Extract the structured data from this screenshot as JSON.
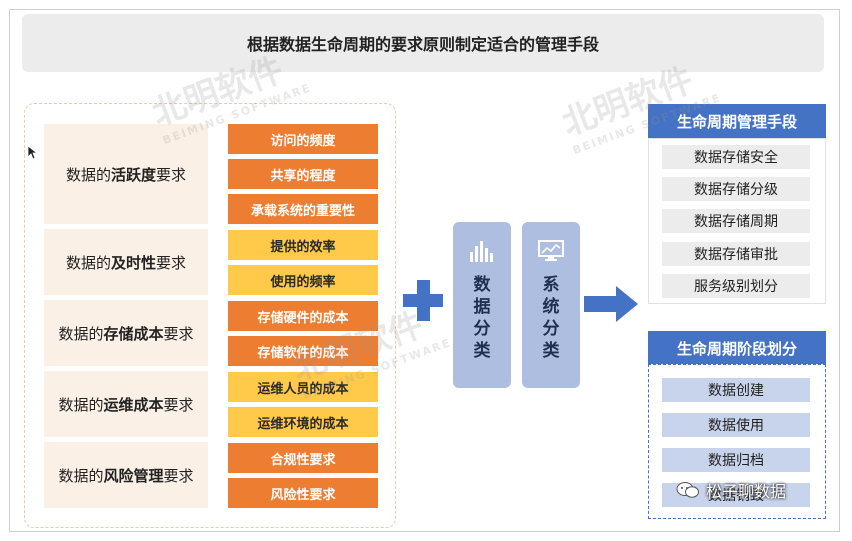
{
  "title": "根据数据生命周期的要求原则制定适合的管理手段",
  "requirements": [
    {
      "prefix": "数据的",
      "keyword": "活跃度",
      "suffix": "要求"
    },
    {
      "prefix": "数据的",
      "keyword": "及时性",
      "suffix": "要求"
    },
    {
      "prefix": "数据的",
      "keyword": "存储成本",
      "suffix": "要求"
    },
    {
      "prefix": "数据的",
      "keyword": "运维成本",
      "suffix": "要求"
    },
    {
      "prefix": "数据的",
      "keyword": "风险管理",
      "suffix": "要求"
    }
  ],
  "factors": [
    {
      "label": "访问的频度",
      "color": "#ed7d31"
    },
    {
      "label": "共享的程度",
      "color": "#ed7d31"
    },
    {
      "label": "承载系统的重要性",
      "color": "#ed7d31"
    },
    {
      "label": "提供的效率",
      "color": "#ffc94a"
    },
    {
      "label": "使用的频率",
      "color": "#ffc94a"
    },
    {
      "label": "存储硬件的成本",
      "color": "#ed7d31"
    },
    {
      "label": "存储软件的成本",
      "color": "#ed7d31"
    },
    {
      "label": "运维人员的成本",
      "color": "#ffc94a"
    },
    {
      "label": "运维环境的成本",
      "color": "#ffc94a"
    },
    {
      "label": "合规性要求",
      "color": "#ed7d31"
    },
    {
      "label": "风险性要求",
      "color": "#ed7d31"
    }
  ],
  "classification": {
    "data": {
      "label": "数据分类",
      "icon": "bar-chart-icon"
    },
    "system": {
      "label": "系统分类",
      "icon": "monitor-icon"
    }
  },
  "lifecycle_management": {
    "header": "生命周期管理手段",
    "items": [
      "数据存储安全",
      "数据存储分级",
      "数据存储周期",
      "数据存储审批",
      "服务级别划分"
    ]
  },
  "lifecycle_stages": {
    "header": "生命周期阶段划分",
    "items": [
      "数据创建",
      "数据使用",
      "数据归档",
      "数据销毁"
    ]
  },
  "watermark": {
    "cn": "北明软件",
    "en": "BEIMING SOFTWARE"
  },
  "attribution": "松子聊数据",
  "colors": {
    "accent_blue": "#4472c4",
    "orange": "#ed7d31",
    "yellow": "#ffc94a",
    "light_blue": "#aebee0"
  }
}
